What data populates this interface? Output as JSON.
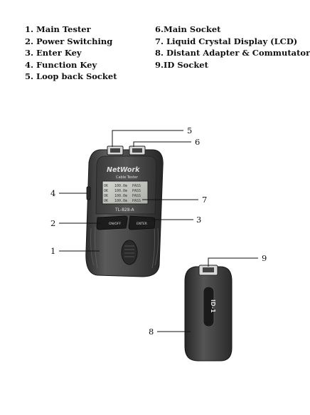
{
  "legend": {
    "left": [
      "1. Main Tester",
      "2. Power Switching",
      "3. Enter Key",
      "4. Function Key",
      "5. Loop back Socket"
    ],
    "right": [
      "6.Main Socket",
      "7. Liquid Crystal Display (LCD)",
      "8. Distant Adapter & Commutator",
      "9.ID Socket"
    ]
  },
  "callouts": {
    "n1": "1",
    "n2": "2",
    "n3": "3",
    "n4": "4",
    "n5": "5",
    "n6": "6",
    "n7": "7",
    "n8": "8",
    "n9": "9"
  },
  "device": {
    "brand": "NetWork",
    "subtitle": "Cable Tester",
    "model": "TL-828-A",
    "power_key": "ON/OFF",
    "enter_key": "ENTER",
    "adapter_label": "ID-1",
    "lcd_rows": [
      [
        "OK",
        "100.0m",
        "PASS"
      ],
      [
        "OK",
        "100.0m",
        "PASS"
      ],
      [
        "OK",
        "100.0m",
        "PASS"
      ],
      [
        "OK",
        "100.0m",
        "PASS"
      ]
    ]
  }
}
